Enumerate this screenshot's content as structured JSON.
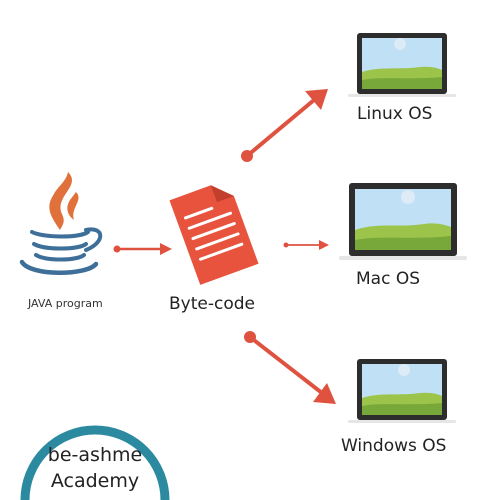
{
  "labels": {
    "java_program": "JAVA program",
    "bytecode": "Byte-code",
    "linux": "Linux OS",
    "mac": "Mac OS",
    "windows": "Windows OS"
  },
  "brand": {
    "line1": "be-ashme",
    "line2": "Academy"
  },
  "colors": {
    "arrow": "#e05240",
    "doc": "#e8533d",
    "java_blue": "#3d6f99",
    "java_flame": "#e0713b",
    "ring": "#2b8aa0",
    "laptop_frame": "#2d2d2d",
    "laptop_base": "#e6e6e6",
    "sky": "#bfe0f5",
    "grass": "#9cc44a",
    "grass_dark": "#78a83a"
  },
  "icons": [
    "java-logo-icon",
    "document-icon",
    "laptop-icon"
  ]
}
